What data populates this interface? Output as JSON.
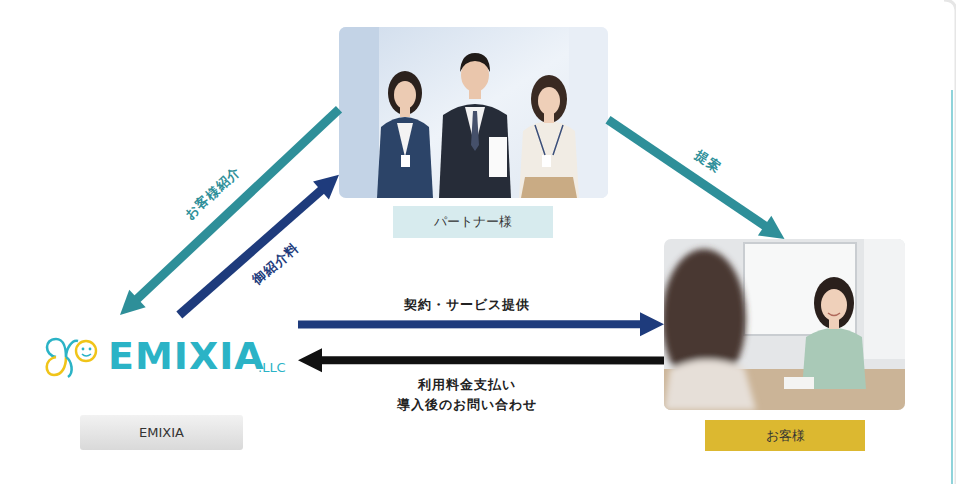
{
  "diagram": {
    "nodes": [
      {
        "text": [
          "パートナー様"
        ]
      },
      {
        "text": [
          "EMIXIA",
          ".LLC",
          "EMIXIA"
        ]
      },
      {
        "text": [
          "お客様"
        ]
      }
    ],
    "edges": [
      {
        "from": 0,
        "to": 1,
        "arrow": "to",
        "label": "お客様紹介"
      },
      {
        "from": 1,
        "to": 0,
        "arrow": "to",
        "label": "御紹介料"
      },
      {
        "from": 0,
        "to": 2,
        "arrow": "to",
        "label": "提案"
      },
      {
        "from": 1,
        "to": 2,
        "arrow": "to",
        "label": "契約・サービス提供"
      },
      {
        "from": 2,
        "to": 1,
        "arrow": "to",
        "label": "利用料金支払い 導入後のお問い合わせ"
      }
    ]
  }
}
